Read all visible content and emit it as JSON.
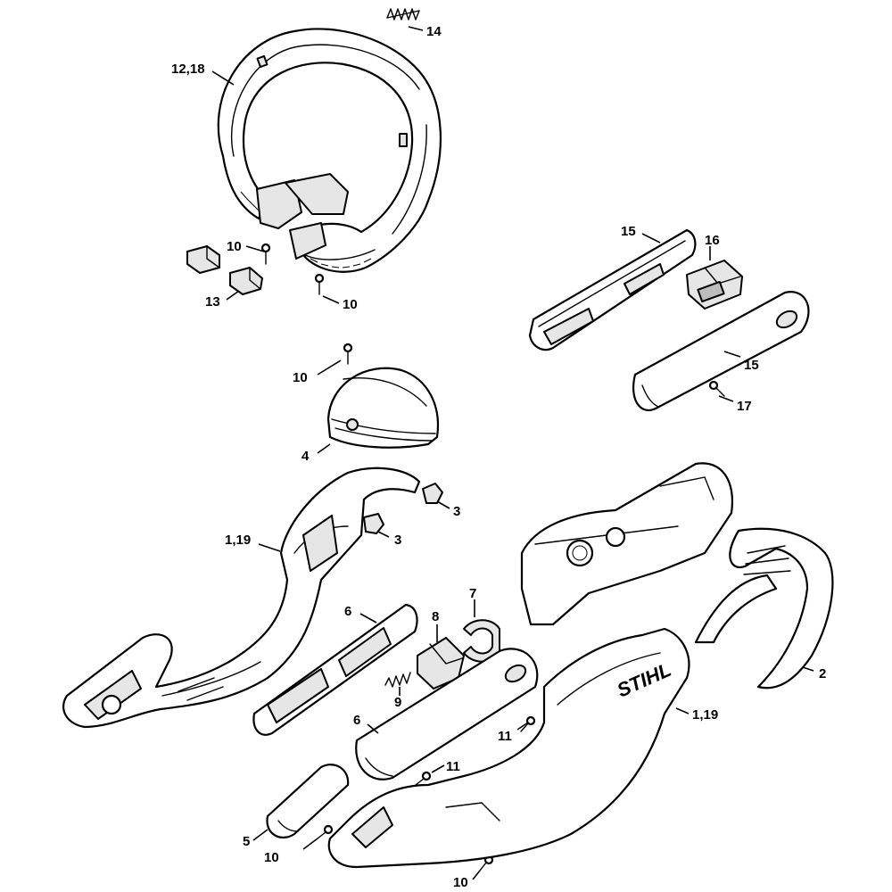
{
  "diagram": {
    "callouts": {
      "c12_18": "12,18",
      "c14": "14",
      "c10_a": "10",
      "c13": "13",
      "c10_b": "10",
      "c15_a": "15",
      "c16": "16",
      "c15_b": "15",
      "c17": "17",
      "c10_c": "10",
      "c4": "4",
      "c3_a": "3",
      "c3_b": "3",
      "c1_19_a": "1,19",
      "c7": "7",
      "c6_a": "6",
      "c8": "8",
      "c2": "2",
      "c9": "9",
      "c1_19_b": "1,19",
      "c6_b": "6",
      "c11_a": "11",
      "c11_b": "11",
      "c5": "5",
      "c10_d": "10",
      "c10_e": "10"
    },
    "brand_text": "STIHL",
    "colors": {
      "line": "#000000",
      "background": "#ffffff",
      "shade": "#e6e6e6",
      "dark_shade": "#bdbdbd"
    }
  }
}
